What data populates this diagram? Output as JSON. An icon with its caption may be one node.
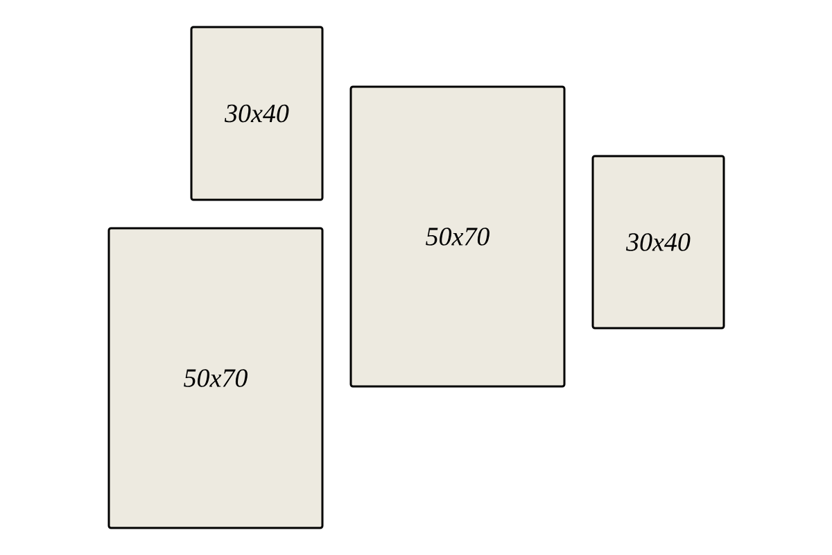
{
  "diagram": {
    "nodes": [
      {
        "text": [
          "30x40"
        ]
      },
      {
        "text": [
          "50x70"
        ]
      },
      {
        "text": [
          "30x40"
        ]
      },
      {
        "text": [
          "50x70"
        ]
      }
    ]
  }
}
